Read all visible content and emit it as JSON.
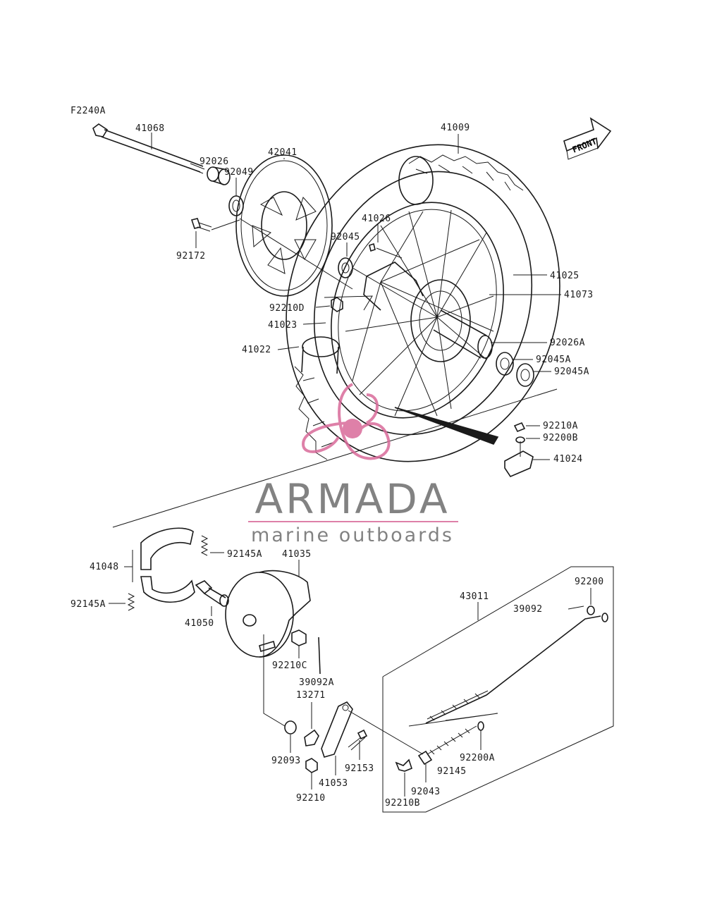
{
  "figure_code": "F2240A",
  "front_label": "FRONT",
  "parts": {
    "p41068": "41068",
    "p92026": "92026",
    "p92049": "92049",
    "p42041": "42041",
    "p92172": "92172",
    "p41009": "41009",
    "p41026": "41026",
    "p92045": "92045",
    "p41025": "41025",
    "p41073": "41073",
    "p92210D": "92210D",
    "p41023": "41023",
    "p41022": "41022",
    "p92026A": "92026A",
    "p92045A_1": "92045A",
    "p92045A_2": "92045A",
    "p92210A": "92210A",
    "p92200B": "92200B",
    "p41024": "41024",
    "p41048": "41048",
    "p92145A_1": "92145A",
    "p41035": "41035",
    "p92145A_2": "92145A",
    "p41050": "41050",
    "p92210C": "92210C",
    "p39092A": "39092A",
    "p13271": "13271",
    "p43011": "43011",
    "p92200": "92200",
    "p39092": "39092",
    "p92093": "92093",
    "p92153": "92153",
    "p41053": "41053",
    "p92210": "92210",
    "p92145": "92145",
    "p92200A": "92200A",
    "p92043": "92043",
    "p92210B": "92210B"
  },
  "watermark": {
    "name": "ARMADA",
    "tagline": "marine outboards",
    "pink": "#d96a9a",
    "grey": "#6d6d6d"
  }
}
